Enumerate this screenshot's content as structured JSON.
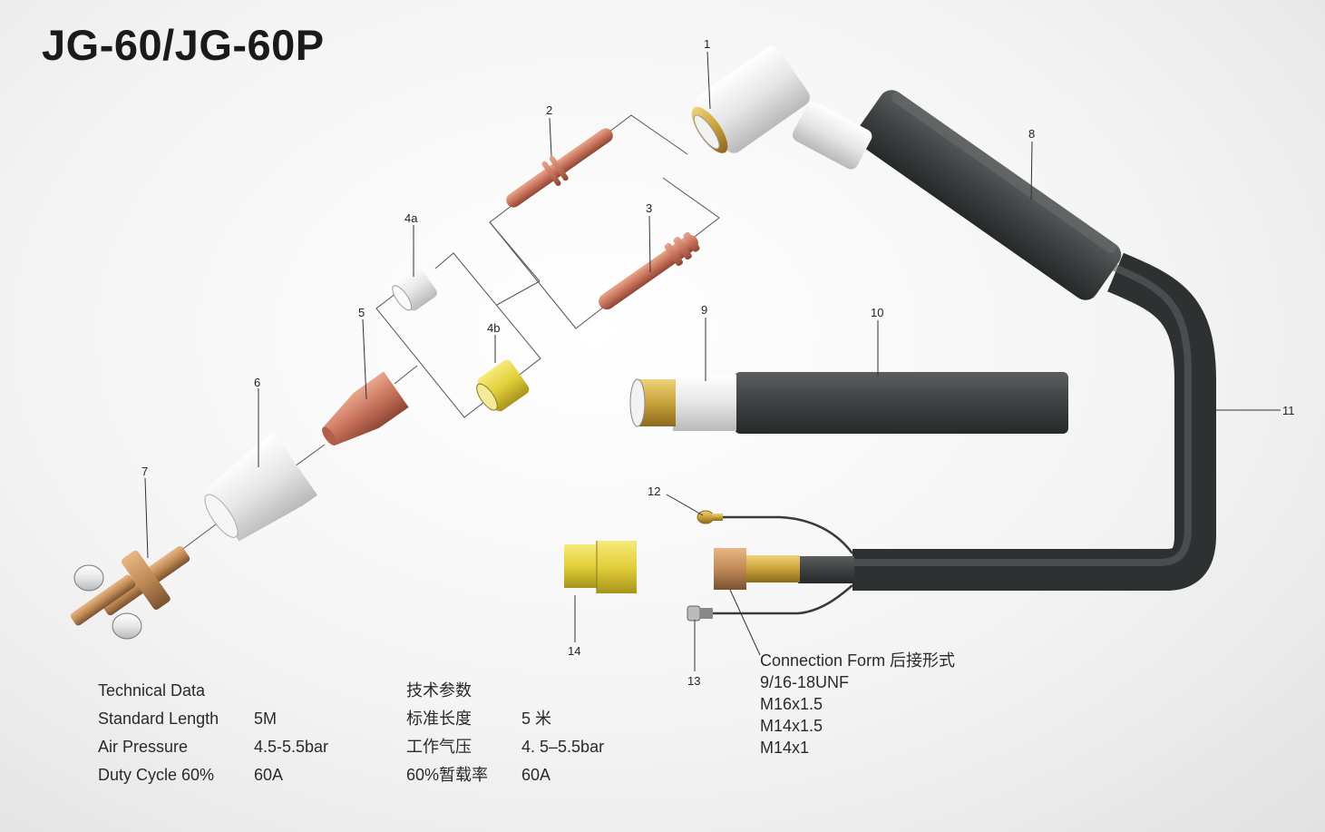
{
  "title": "JG-60/JG-60P",
  "callouts": [
    "1",
    "2",
    "3",
    "4a",
    "4b",
    "5",
    "6",
    "7",
    "8",
    "9",
    "10",
    "11",
    "12",
    "13",
    "14"
  ],
  "spec_en": {
    "heading": "Technical Data",
    "rows": [
      {
        "label": "Standard Length",
        "value": "5M"
      },
      {
        "label": "Air Pressure",
        "value": "4.5-5.5bar"
      },
      {
        "label": "Duty Cycle 60%",
        "value": "60A"
      }
    ]
  },
  "spec_cn": {
    "heading": "技术参数",
    "rows": [
      {
        "label": "标准长度",
        "value": "5 米"
      },
      {
        "label": "工作气压",
        "value": "4. 5–5.5bar"
      },
      {
        "label": "60%暂载率",
        "value": "60A"
      }
    ]
  },
  "connection": {
    "heading": "Connection Form 后接形式",
    "items": [
      "9/16-18UNF",
      "M16x1.5",
      "M14x1.5",
      "M14x1"
    ]
  },
  "colors": {
    "copper": "#c8735c",
    "brass": "#c9a23a",
    "yellow": "#e2cf3a",
    "dark": "#3a3d3d",
    "silver": "#e4e4e4"
  }
}
